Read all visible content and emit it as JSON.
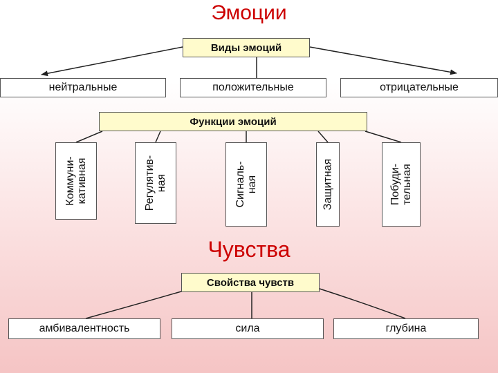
{
  "title": "Эмоции",
  "emotion_types": {
    "header": "Виды эмоций",
    "items": [
      "нейтральные",
      "положительные",
      "отрицательные"
    ]
  },
  "emotion_functions": {
    "header": "Функции эмоций",
    "items": [
      "Коммуни-\nкативная",
      "Регулятив-\nная",
      "Сигналь-\nная",
      "Защитная",
      "Побуди-\nтельная"
    ]
  },
  "feelings_heading": "Чувства",
  "feeling_properties": {
    "header": "Свойства чувств",
    "items": [
      "амбивалентность",
      "сила",
      "глубина"
    ]
  }
}
